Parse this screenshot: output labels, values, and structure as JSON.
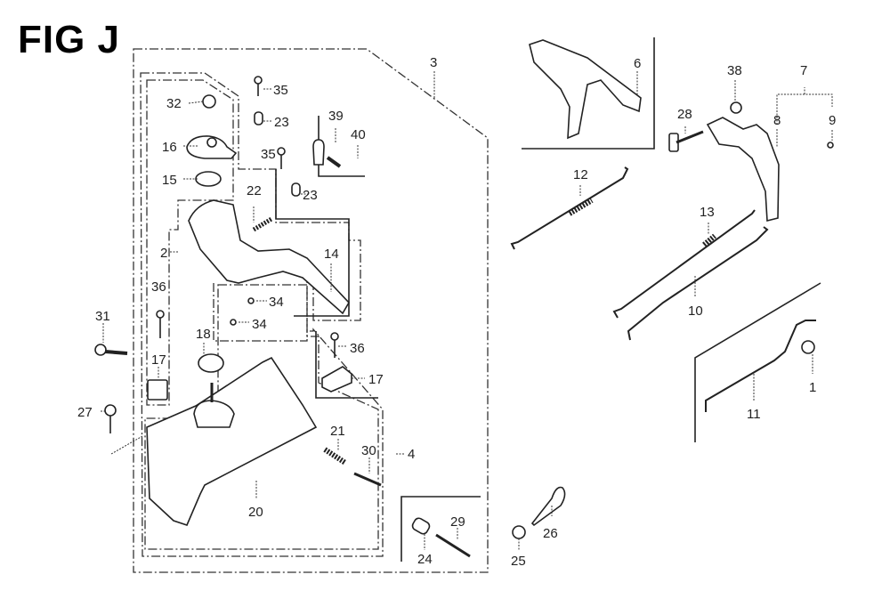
{
  "figure": {
    "title": "FIG J",
    "callouts": {
      "c1": "1",
      "c2": "2",
      "c3": "3",
      "c4": "4",
      "c6": "6",
      "c7": "7",
      "c8": "8",
      "c9": "9",
      "c10": "10",
      "c11": "11",
      "c12": "12",
      "c13": "13",
      "c14": "14",
      "c15": "15",
      "c16": "16",
      "c17a": "17",
      "c17b": "17",
      "c18": "18",
      "c20": "20",
      "c21": "21",
      "c22": "22",
      "c23a": "23",
      "c23b": "23",
      "c24": "24",
      "c25": "25",
      "c26": "26",
      "c27": "27",
      "c28": "28",
      "c29": "29",
      "c30": "30",
      "c31": "31",
      "c32": "32",
      "c34a": "34",
      "c34b": "34",
      "c35a": "35",
      "c35b": "35",
      "c36a": "36",
      "c36b": "36",
      "c38": "38",
      "c39": "39",
      "c40": "40"
    }
  }
}
